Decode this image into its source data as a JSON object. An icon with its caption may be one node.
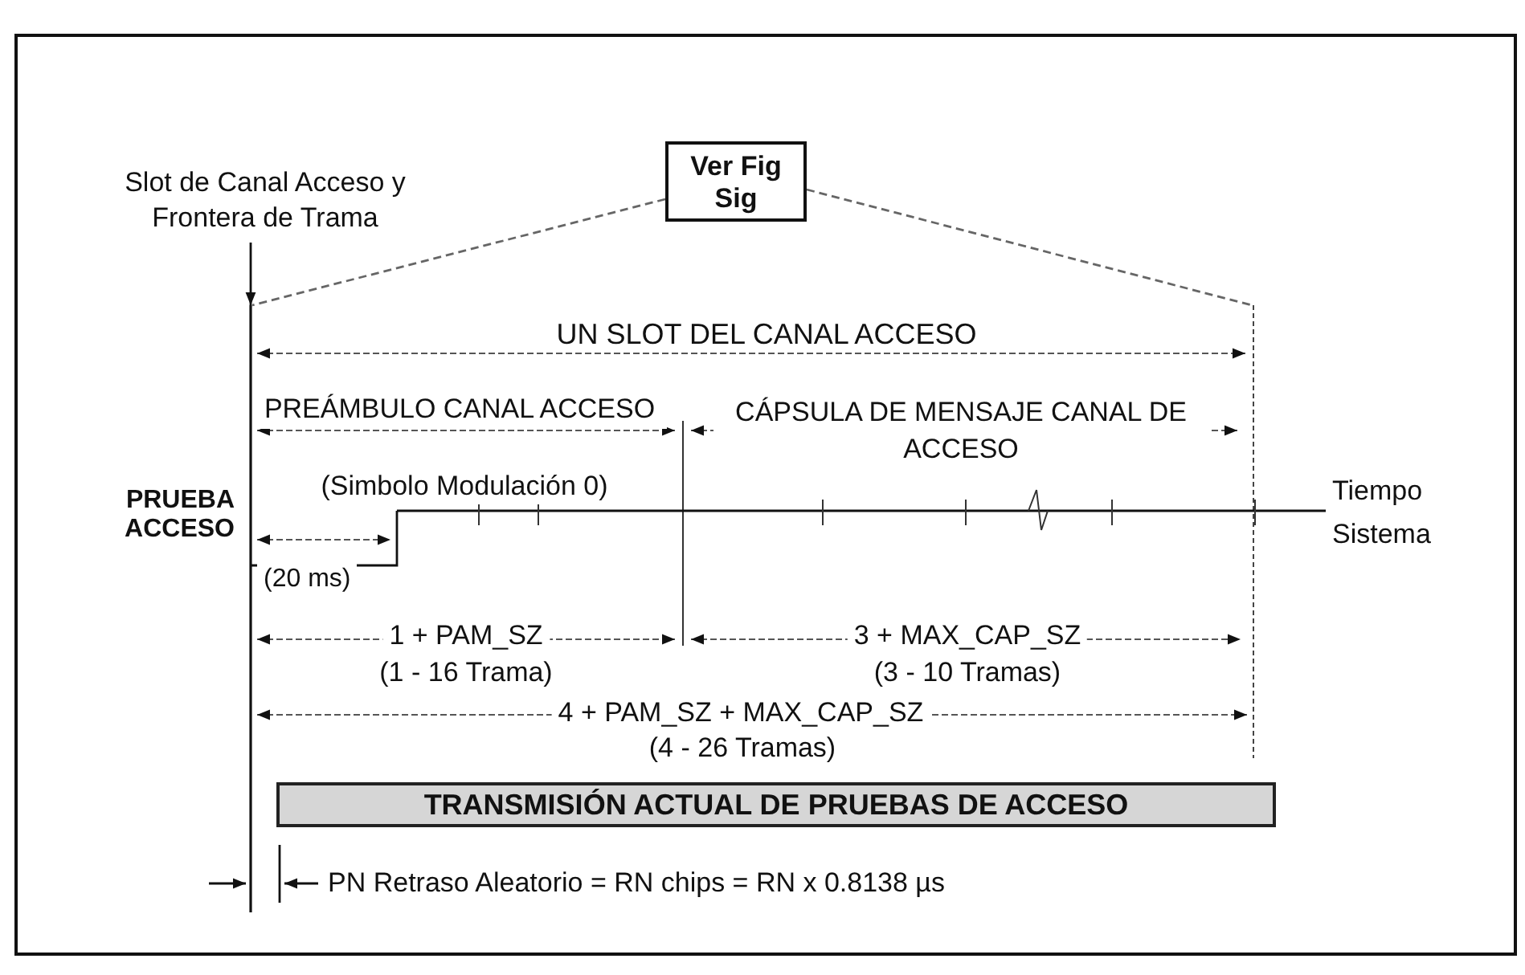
{
  "diagram": {
    "nodes": [
      {
        "text": [
          "Ver Fig Sig"
        ]
      },
      {
        "text": [
          "Slot de Canal Acceso y Frontera de Trama"
        ]
      },
      {
        "text": [
          "TRANSMISIÓN ACTUAL DE PRUEBAS DE ACCESO"
        ]
      }
    ],
    "edges": [
      {
        "from": 1,
        "to": null,
        "arrow": "to"
      },
      {
        "from": 0,
        "to": null,
        "arrow": "none",
        "style": "dashed"
      },
      {
        "from": 0,
        "to": null,
        "arrow": "none",
        "style": "dashed"
      }
    ],
    "labels": [
      "UN SLOT DEL CANAL ACCESO",
      "PREÁMBULO CANAL ACCESO",
      "CÁPSULA DE MENSAJE CANAL DE ACCESO",
      "(Simbolo Modulación 0)",
      "PRUEBA ACCESO",
      "Tiempo Sistema",
      "(20 ms)",
      "1 + PAM_SZ",
      "3 + MAX_CAP_SZ",
      "(1 - 16 Trama)",
      "(3 - 10 Tramas)",
      "4 + PAM_SZ + MAX_CAP_SZ",
      "(4 - 26 Tramas)",
      "PN Retraso Aleatorio = RN chips = RN x 0.8138 µs"
    ]
  }
}
